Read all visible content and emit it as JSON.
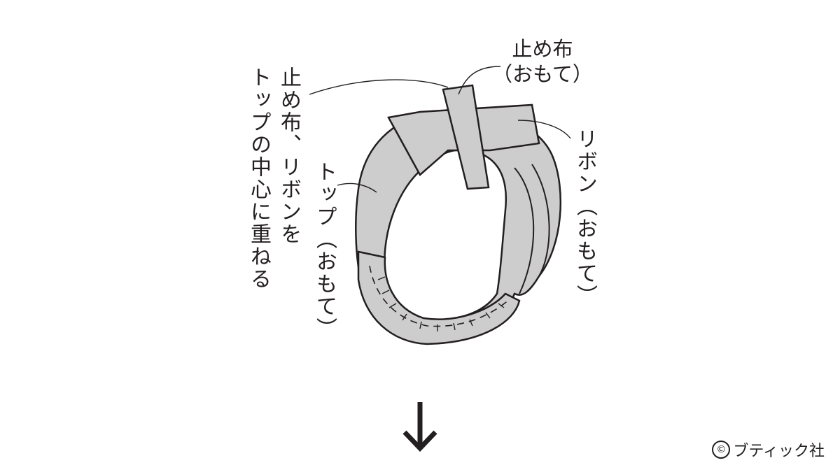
{
  "labels": {
    "stopper_cloth": "止め布",
    "stopper_cloth_side": "（おもて）",
    "instruction_col1": "止め布、リボンを",
    "instruction_col2": "トップの中心に重ねる",
    "top": "トップ（おもて）",
    "ribbon": "リボン（おもて）"
  },
  "copyright": {
    "symbol": "©",
    "text": "ブティック社"
  },
  "colors": {
    "fabric_fill": "#cdcdcd",
    "line": "#231f20"
  },
  "icons": {
    "next_step": "down-arrow-icon"
  }
}
